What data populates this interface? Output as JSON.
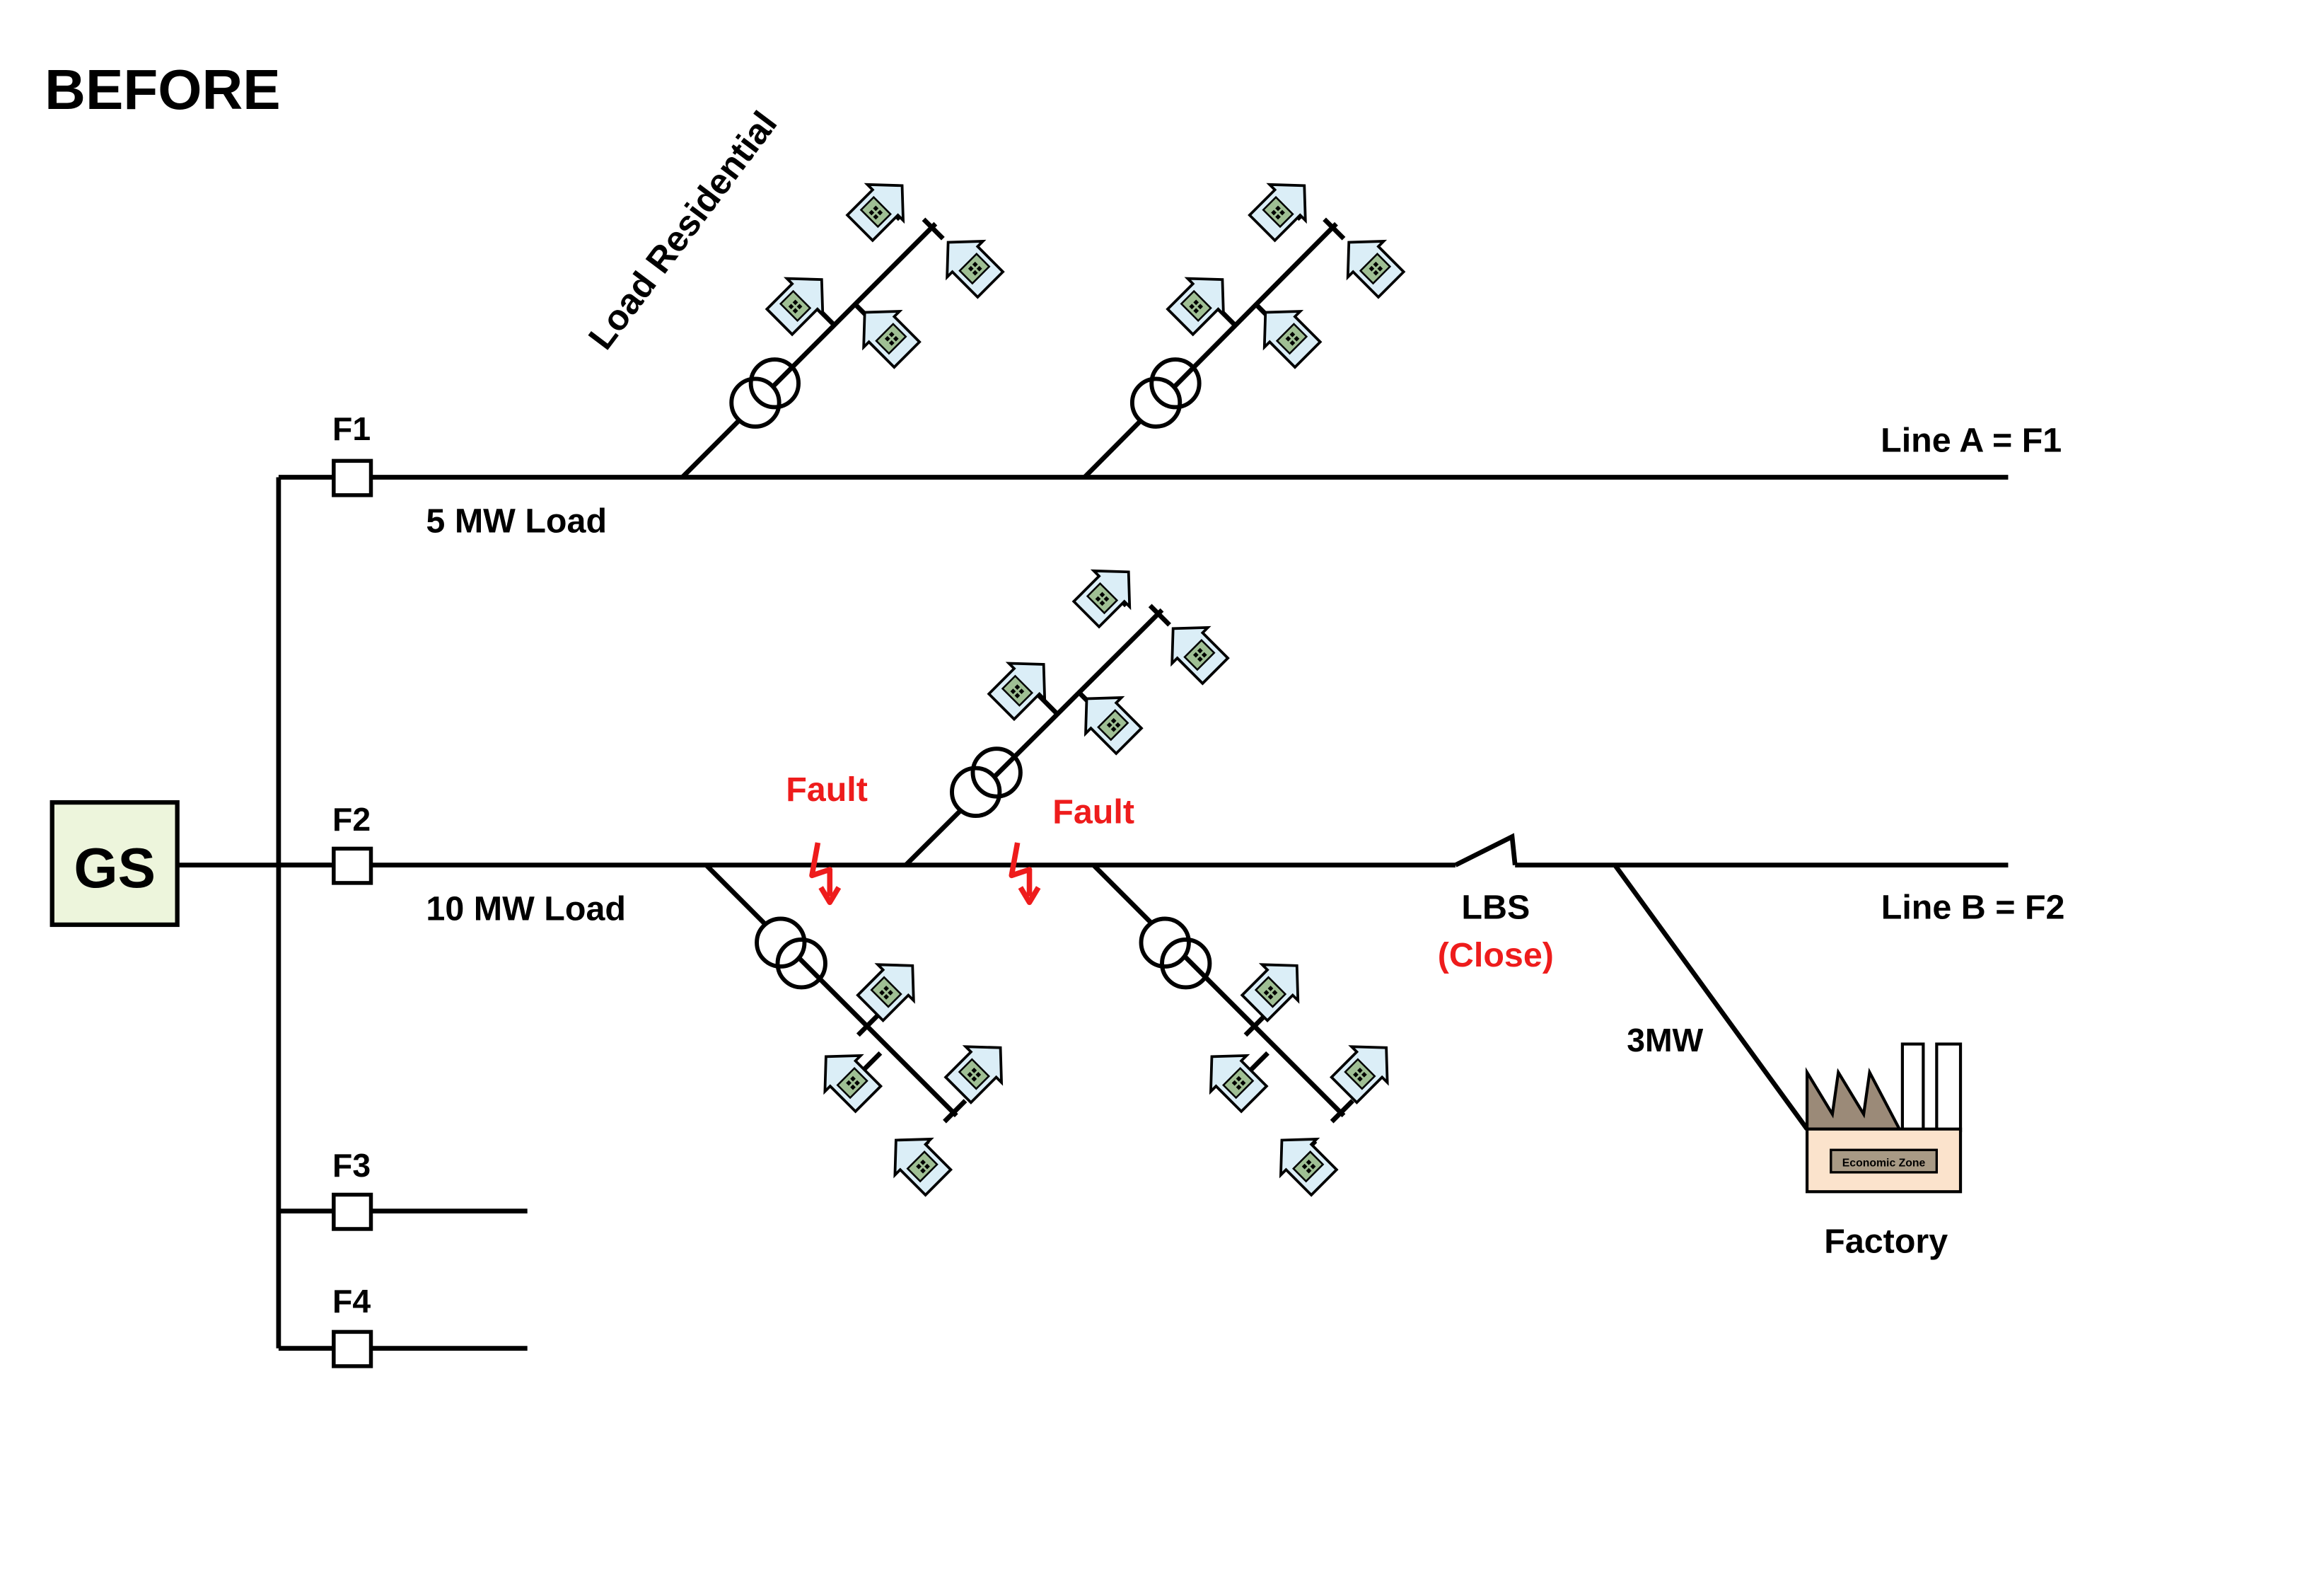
{
  "title": "BEFORE",
  "source": {
    "label": "GS",
    "fill": "#edf5dc"
  },
  "feeders": [
    {
      "label": "F1"
    },
    {
      "label": "F2"
    },
    {
      "label": "F3"
    },
    {
      "label": "F4"
    }
  ],
  "lines": {
    "line_a": "Line A = F1",
    "line_b": "Line B = F2"
  },
  "loads": {
    "f1_load": "5 MW Load",
    "f2_load": "10 MW Load",
    "residential_label": "Load Residential",
    "factory_load": "3MW"
  },
  "faults": [
    {
      "label": "Fault"
    },
    {
      "label": "Fault"
    }
  ],
  "switch": {
    "label": "LBS",
    "state": "(Close)"
  },
  "factory": {
    "label": "Factory",
    "sign": "Economic Zone"
  },
  "colors": {
    "fault": "#ee1c1c",
    "house_fill": "#dbeef7",
    "house_window": "#9fbf94",
    "factory_body": "#fbe3cc",
    "factory_roof": "#9b8a78",
    "source_fill": "#edf5dc"
  },
  "icons": [
    "house-icon",
    "transformer-icon",
    "fault-lightning-icon",
    "factory-icon",
    "breaker-icon",
    "switch-icon"
  ]
}
